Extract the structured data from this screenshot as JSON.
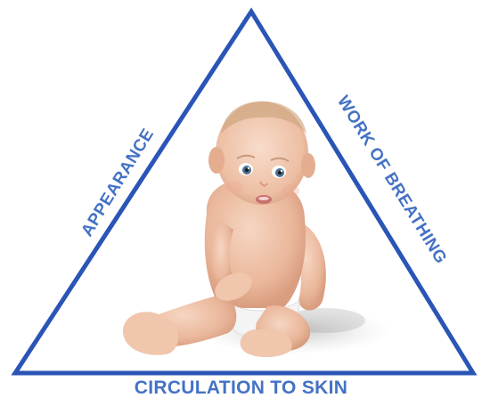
{
  "triangle": {
    "sides": {
      "left": "APPEARANCE",
      "right": "WORK OF BREATHING",
      "bottom": "CIRCULATION TO SKIN"
    },
    "colors": {
      "outline": "#2a55b7",
      "label": "#4472c4"
    }
  },
  "center_image": {
    "icon": "seated-baby-photo"
  }
}
